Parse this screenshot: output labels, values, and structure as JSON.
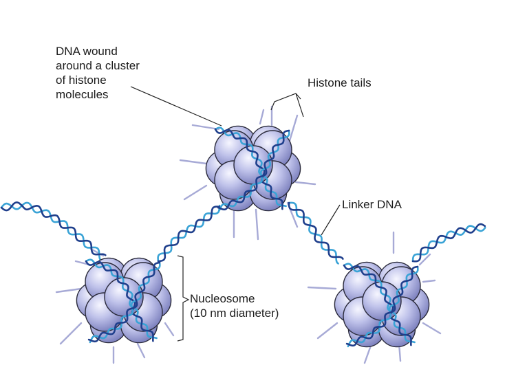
{
  "labels": {
    "dna_wound": [
      "DNA wound",
      "around a cluster",
      "of histone",
      "molecules"
    ],
    "histone_tails": "Histone tails",
    "linker_dna": "Linker DNA",
    "nucleosome": [
      "Nucleosome",
      "(10 nm diameter)"
    ]
  },
  "colors": {
    "histone_fill": "#b9bce6",
    "histone_shade": "#6f73b4",
    "histone_outline": "#2a2a3a",
    "dna_dark": "#1f3f8c",
    "dna_light": "#3aa3d6",
    "tail": "#a7aad6",
    "leader": "#222222"
  }
}
